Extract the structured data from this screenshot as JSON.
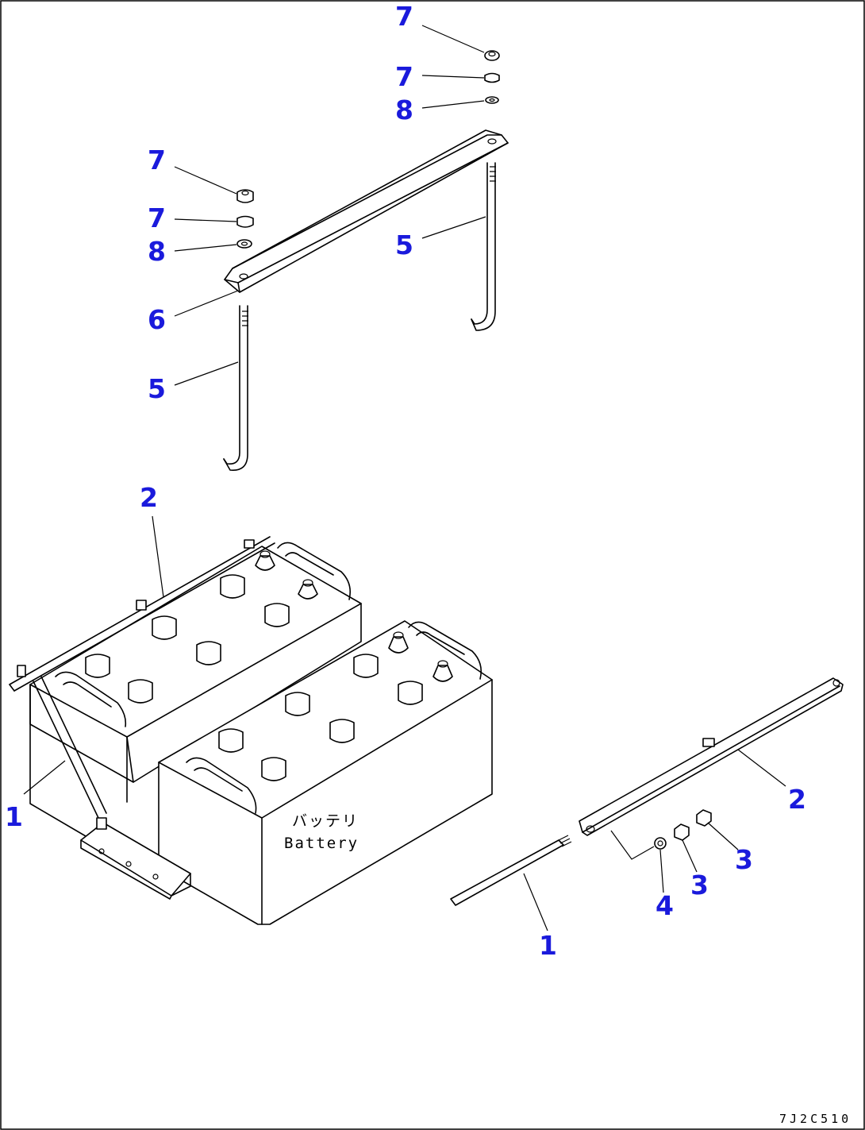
{
  "drawing": {
    "battery_label_jp": "バッテリ",
    "battery_label_en": "Battery",
    "drawing_code": "7J2C510"
  },
  "callouts": [
    {
      "number": "7"
    },
    {
      "number": "7"
    },
    {
      "number": "8"
    },
    {
      "number": "7"
    },
    {
      "number": "7"
    },
    {
      "number": "8"
    },
    {
      "number": "5"
    },
    {
      "number": "6"
    },
    {
      "number": "5"
    },
    {
      "number": "2"
    },
    {
      "number": "1"
    },
    {
      "number": "2"
    },
    {
      "number": "3"
    },
    {
      "number": "3"
    },
    {
      "number": "4"
    },
    {
      "number": "1"
    }
  ],
  "colors": {
    "callout": "#1a1adc",
    "line": "#000000",
    "background": "#ffffff"
  }
}
